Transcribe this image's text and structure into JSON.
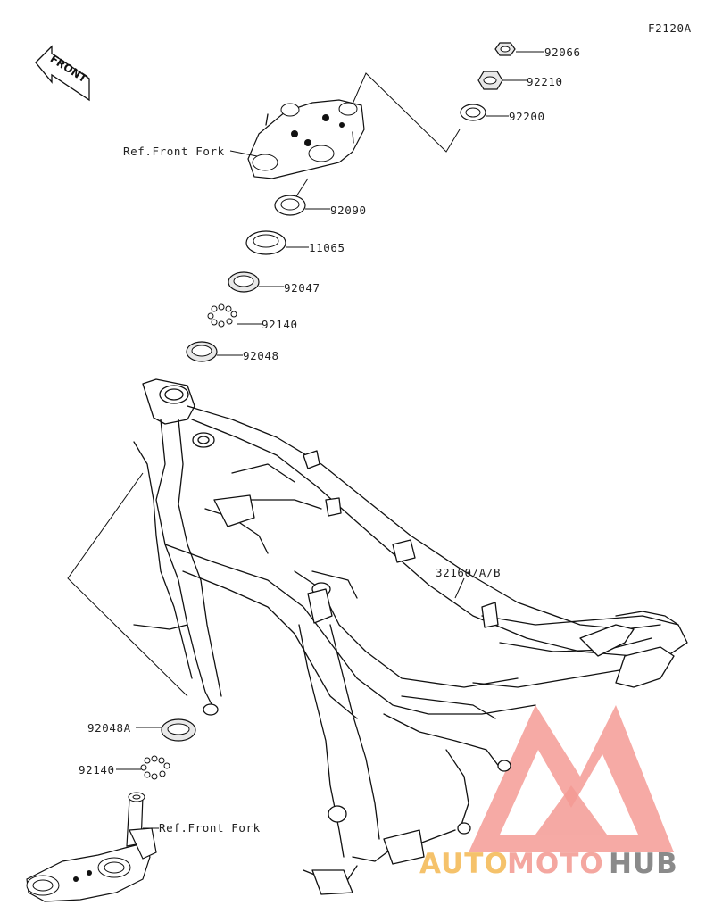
{
  "figure_code": "F2120A",
  "front_arrow_text": "FRONT",
  "labels": {
    "p92066": "92066",
    "p92210": "92210",
    "p92200": "92200",
    "ref_front_fork_top": "Ref.Front Fork",
    "p92090": "92090",
    "p11065": "11065",
    "p92047": "92047",
    "p92140_top": "92140",
    "p92048": "92048",
    "p32160": "32160/A/B",
    "p92048A": "92048A",
    "p92140_bottom": "92140",
    "ref_front_fork_bottom": "Ref.Front Fork"
  },
  "watermark": {
    "part1": "AUTO",
    "part2": "MOTO",
    "part3": "HUB",
    "color1": "#f5c26b",
    "color2": "#f4a7a0",
    "color3": "#8a8a8a",
    "logo_color": "#f28a82"
  }
}
